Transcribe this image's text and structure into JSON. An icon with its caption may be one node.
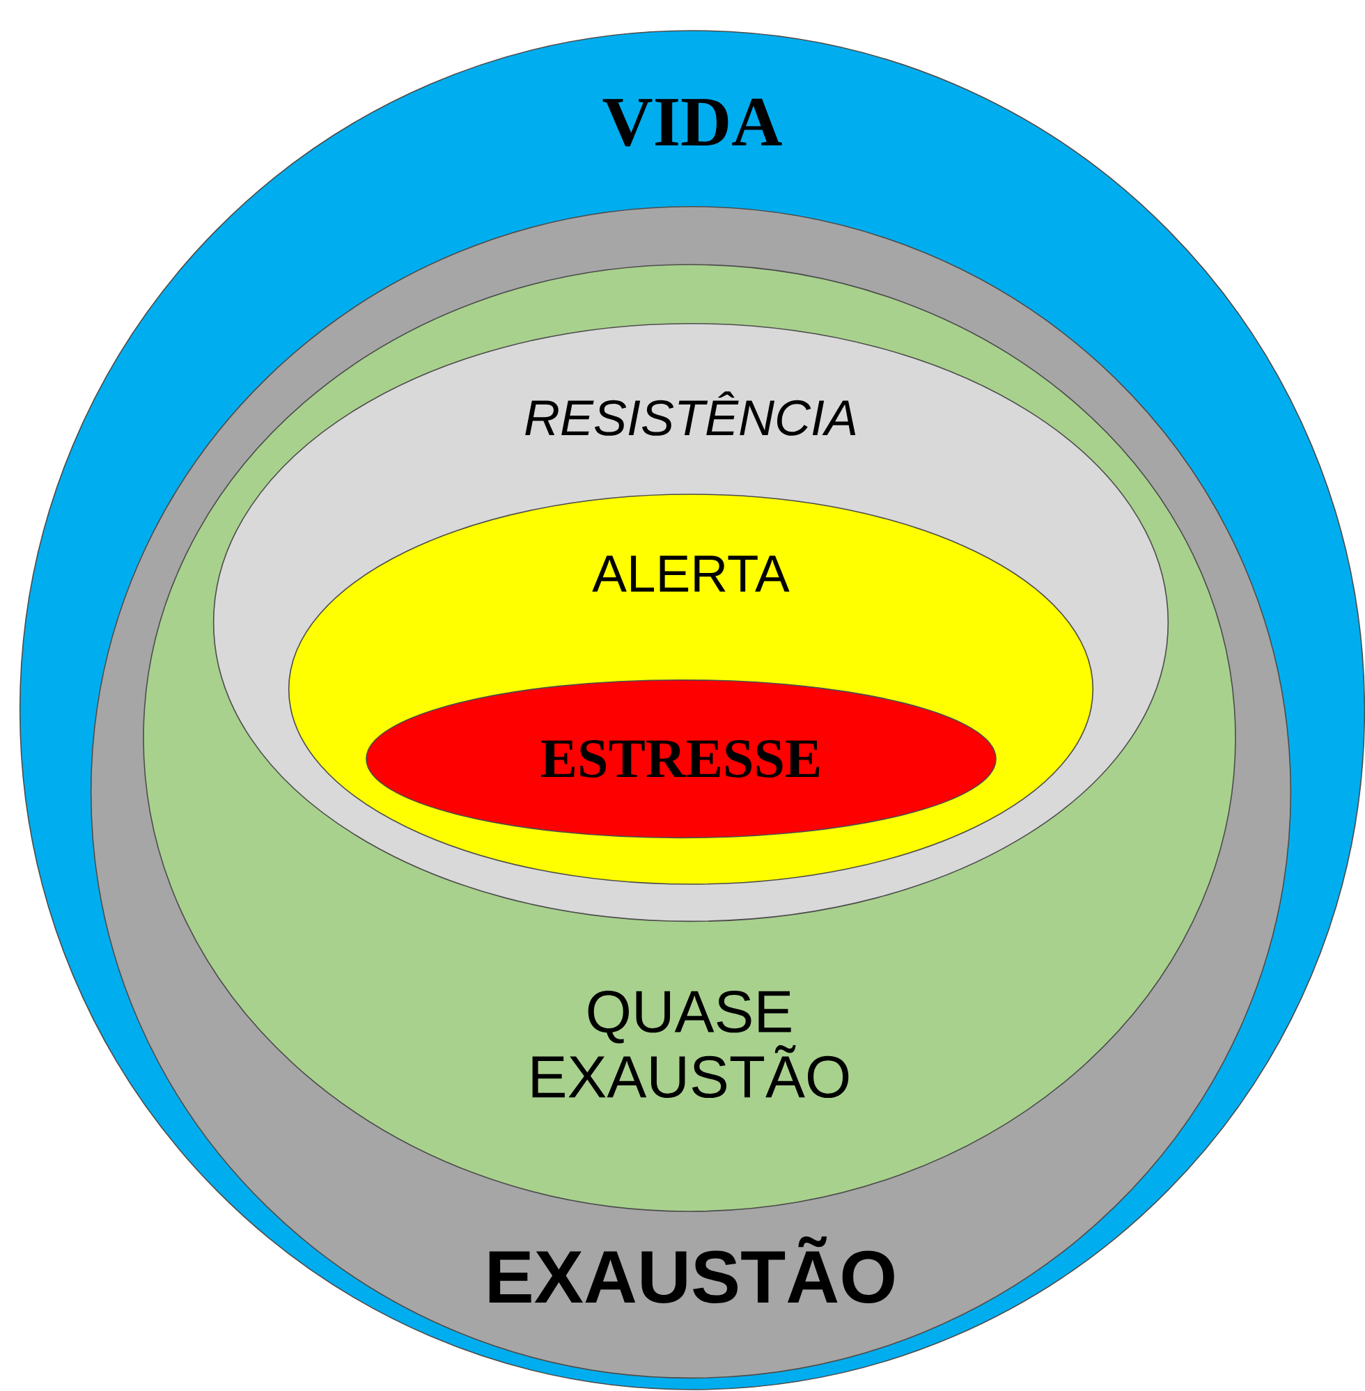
{
  "diagram": {
    "nodes": [
      {
        "text": [
          "VIDA"
        ]
      },
      {
        "text": [
          "EXAUSTÃO"
        ],
        "in": 0
      },
      {
        "text": [
          "QUASE EXAUSTÃO"
        ],
        "in": 1
      },
      {
        "text": [
          "RESISTÊNCIA"
        ],
        "in": 2
      },
      {
        "text": [
          "ALERTA"
        ],
        "in": 3
      },
      {
        "text": [
          "ESTRESSE"
        ],
        "in": 4
      }
    ]
  }
}
